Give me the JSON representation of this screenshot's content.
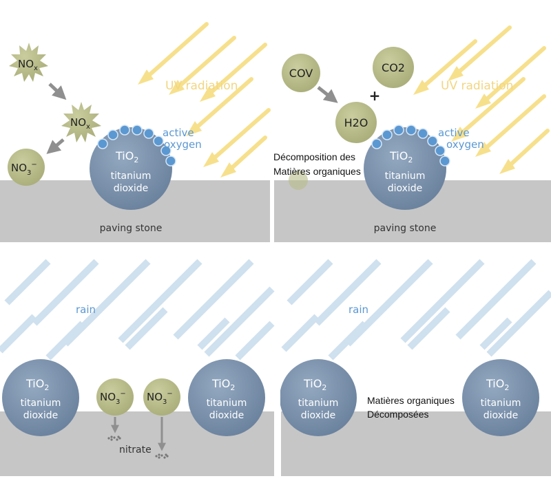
{
  "panels": {
    "top_left": {
      "molecules": {
        "nox_1": {
          "main": "NO",
          "sub": "x"
        },
        "nox_2": {
          "main": "NO",
          "sub": "x"
        },
        "no3": {
          "main": "NO",
          "sub": "3",
          "sup": "−"
        }
      },
      "tio2": {
        "formula_main": "TiO",
        "formula_sub": "2",
        "line1": "titanium",
        "line2": "dioxide"
      },
      "uv_label": "UV radiation",
      "active_oxygen_line1": "active",
      "active_oxygen_line2": "oxygen",
      "ground_label": "paving stone"
    },
    "top_right": {
      "molecules": {
        "cov": "COV",
        "co2": "CO2",
        "h2o": "H2O",
        "plus": "+"
      },
      "tio2": {
        "formula_main": "TiO",
        "formula_sub": "2",
        "line1": "titanium",
        "line2": "dioxide"
      },
      "uv_label": "UV radiation",
      "active_oxygen_line1": "active",
      "active_oxygen_line2": "oxygen",
      "overlay_line1": "Décomposition des",
      "overlay_line2": "Matières organiques",
      "ground_label": "paving stone"
    },
    "bottom_left": {
      "rain_label": "rain",
      "tio2_left": {
        "formula_main": "TiO",
        "formula_sub": "2",
        "line1": "titanium",
        "line2": "dioxide"
      },
      "tio2_right": {
        "formula_main": "TiO",
        "formula_sub": "2",
        "line1": "titanium",
        "line2": "dioxide"
      },
      "no3_a": {
        "main": "NO",
        "sub": "3",
        "sup": "−"
      },
      "no3_b": {
        "main": "NO",
        "sub": "3",
        "sup": "−"
      },
      "nitrate_label": "nitrate"
    },
    "bottom_right": {
      "rain_label": "rain",
      "tio2_left": {
        "formula_main": "TiO",
        "formula_sub": "2",
        "line1": "titanium",
        "line2": "dioxide"
      },
      "tio2_right": {
        "formula_main": "TiO",
        "formula_sub": "2",
        "line1": "titanium",
        "line2": "dioxide"
      },
      "overlay_line1": "Matières organiques",
      "overlay_line2": "Décomposées"
    }
  },
  "colors": {
    "tio2_sphere": "#7d93ad",
    "molecule": "#b9bd8a",
    "ground": "#c6c6c6",
    "uv_arrow": "#f7e08c",
    "rain": "#cfe0ee",
    "oxygen_bead": "#5b98d2",
    "label_blue": "#5b98d2",
    "uv_text": "#f2d680",
    "gray_arrow": "#8f8f8f"
  }
}
